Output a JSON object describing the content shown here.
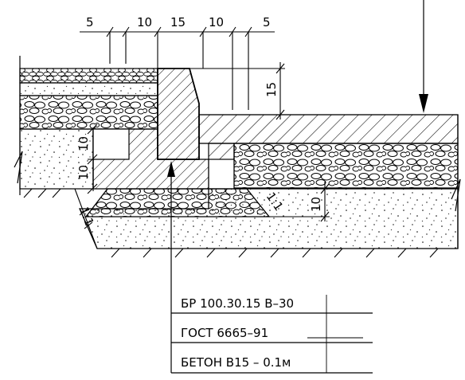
{
  "dimensions": {
    "top": [
      "5",
      "10",
      "15",
      "10",
      "5"
    ],
    "curb_height": "15",
    "left_upper": "10",
    "left_lower": "10",
    "right_lower": "10"
  },
  "slope_label": "1:1",
  "notes": [
    "БР 100.30.15   В–30",
    "ГОСТ 6665–91",
    "БЕТОН  В15   –  0.1м"
  ]
}
